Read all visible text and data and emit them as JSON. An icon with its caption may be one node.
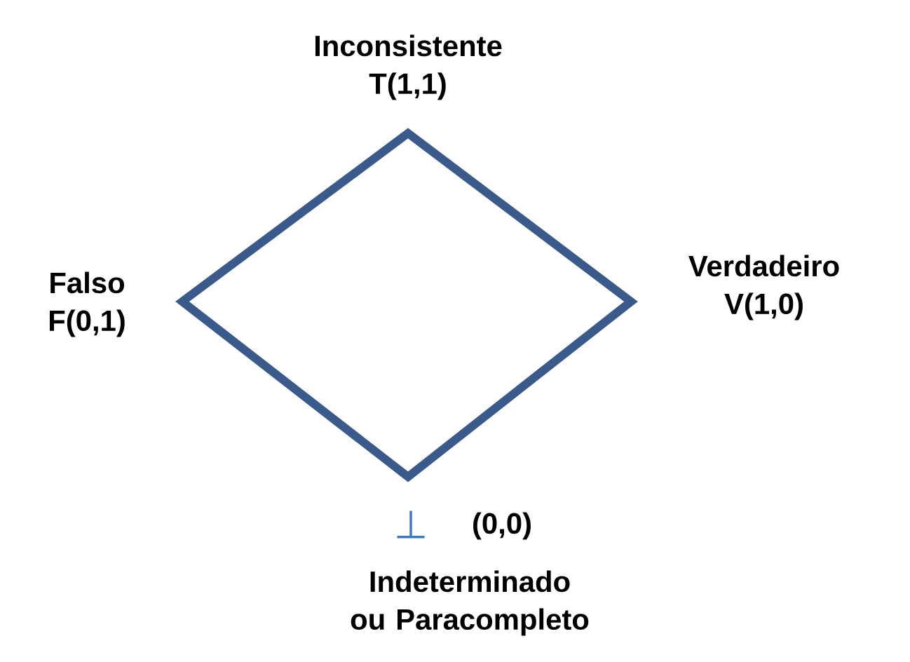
{
  "diagram": {
    "labels": [
      "Inconsistente T(1,1)",
      "Falso F(0,1)",
      "Verdadeiro V(1,0)",
      "⊥",
      "(0,0)",
      "Indeterminado ou Paracompleto"
    ]
  }
}
